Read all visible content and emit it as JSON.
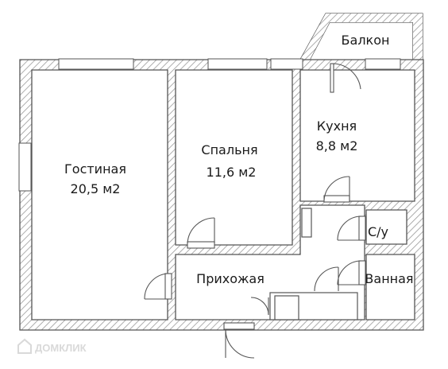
{
  "rooms": {
    "living": {
      "name": "Гостиная",
      "area": "20,5 м2"
    },
    "bedroom": {
      "name": "Спальня",
      "area": "11,6 м2"
    },
    "kitchen": {
      "name": "Кухня",
      "area": "8,8 м2"
    },
    "hallway": {
      "name": "Прихожая"
    },
    "wc": {
      "name": "С/у"
    },
    "bathroom": {
      "name": "Ванная"
    },
    "balcony": {
      "name": "Балкон"
    }
  },
  "watermark": "ДОМКЛИК",
  "colors": {
    "wall": "#555555",
    "hatch": "#9a9a9a",
    "wm": "#d9d9d9"
  }
}
